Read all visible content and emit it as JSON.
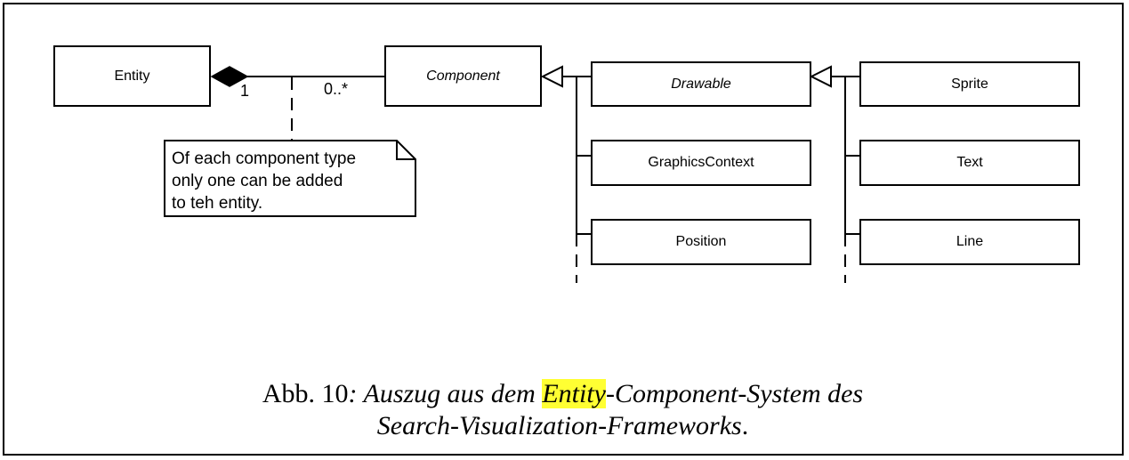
{
  "diagram": {
    "classes": {
      "entity": "Entity",
      "component": "Component",
      "drawable": "Drawable",
      "graphics_context": "GraphicsContext",
      "position": "Position",
      "sprite": "Sprite",
      "text": "Text",
      "line": "Line"
    },
    "multiplicity": {
      "entity_end": "1",
      "component_end": "0..*"
    },
    "note": {
      "lines": [
        "Of each component type",
        "only one can be added",
        "to teh entity."
      ]
    }
  },
  "caption": {
    "label": "Abb. 10",
    "colon": ":",
    "text_before": " Auszug aus dem ",
    "highlight": "Entity",
    "text_after": "-Component-System des",
    "line2": "Search-Visualization-Frameworks",
    "period": "."
  },
  "colors": {
    "stroke": "#000000",
    "highlight": "#ffff33"
  }
}
